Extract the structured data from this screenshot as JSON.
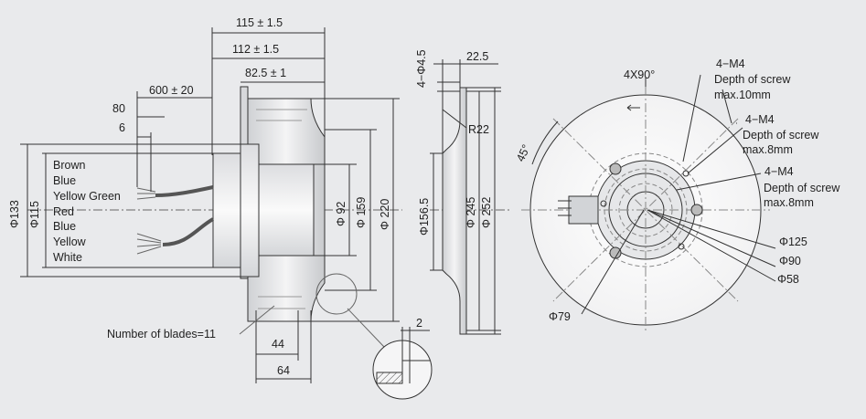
{
  "side_view": {
    "dim_115": "115 ± 1.5",
    "dim_112": "112 ± 1.5",
    "dim_82_5": "82.5 ± 1",
    "dim_600": "600 ± 20",
    "dim_80": "80",
    "dim_6": "6",
    "dia_133": "Φ133",
    "dia_115": "Φ115",
    "dia_92": "Φ 92",
    "dia_159": "Φ 159",
    "dia_220": "Φ 220",
    "dim_44": "44",
    "dim_64": "64",
    "blades": "Number of blades=11",
    "wires": [
      "Brown",
      "Blue",
      "Yellow Green",
      "Red",
      "Blue",
      "Yellow",
      "White"
    ]
  },
  "section_view": {
    "dim_4_phi45": "4−Φ4.5",
    "dim_22_5": "22.5",
    "r22": "R22",
    "dia_156_5": "Φ156.5",
    "dia_245": "Φ 245",
    "dia_252": "Φ 252",
    "detail_2": "2"
  },
  "front_view": {
    "angle_4x90": "4X90°",
    "angle_45": "45°",
    "m4_a": "4−M4",
    "m4_a_depth1": "Depth of screw",
    "m4_a_depth2": "max.10mm",
    "m4_b": "4−M4",
    "m4_b_depth1": "Depth of screw",
    "m4_b_depth2": "max.8mm",
    "m4_c": "4−M4",
    "m4_c_depth1": "Depth of screw",
    "m4_c_depth2": "max.8mm",
    "dia_125": "Φ125",
    "dia_90": "Φ90",
    "dia_58": "Φ58",
    "dia_79": "Φ79"
  },
  "colors": {
    "background": "#e9eaec",
    "line": "#333333",
    "leader": "#6b7f8a"
  }
}
